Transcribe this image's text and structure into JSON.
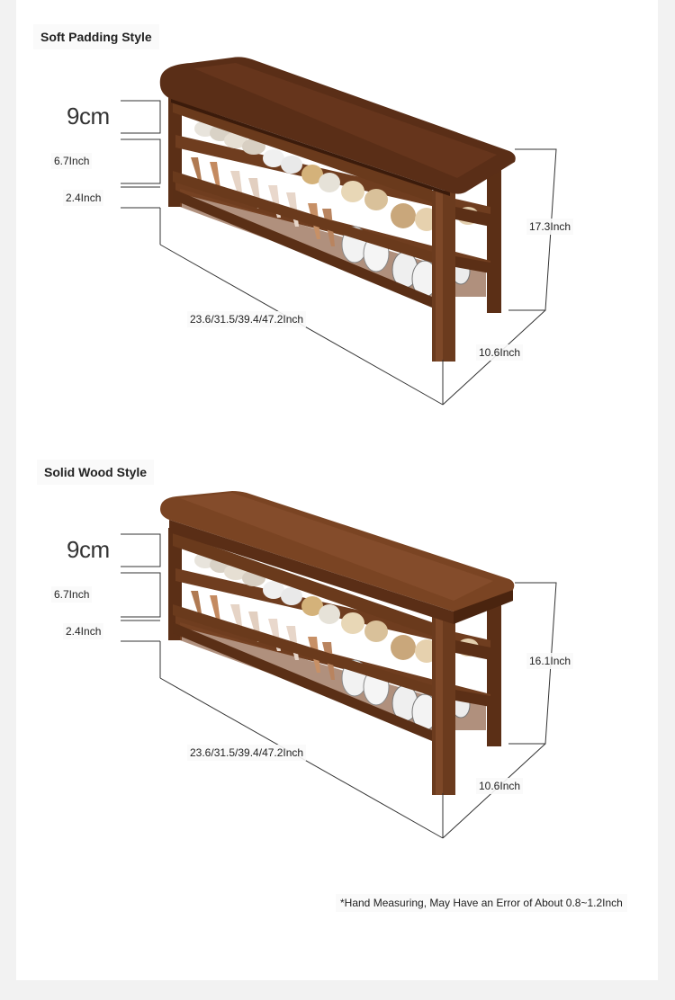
{
  "sections": [
    {
      "title": "Soft Padding Style",
      "dims": {
        "top_gap": "9cm",
        "shelf_gap": "6.7Inch",
        "bottom_gap": "2.4Inch",
        "length": "23.6/31.5/39.4/47.2Inch",
        "depth": "10.6Inch",
        "height": "17.3Inch"
      },
      "seat": "cushion"
    },
    {
      "title": "Solid Wood Style",
      "dims": {
        "top_gap": "9cm",
        "shelf_gap": "6.7Inch",
        "bottom_gap": "2.4Inch",
        "length": "23.6/31.5/39.4/47.2Inch",
        "depth": "10.6Inch",
        "height": "16.1Inch"
      },
      "seat": "wood"
    }
  ],
  "footnote": "*Hand Measuring, May Have an Error of About 0.8~1.2Inch",
  "colors": {
    "wood": "#6b3b1e",
    "wood_dark": "#4a2410",
    "cushion": "#5a2e17",
    "line": "#333333"
  }
}
